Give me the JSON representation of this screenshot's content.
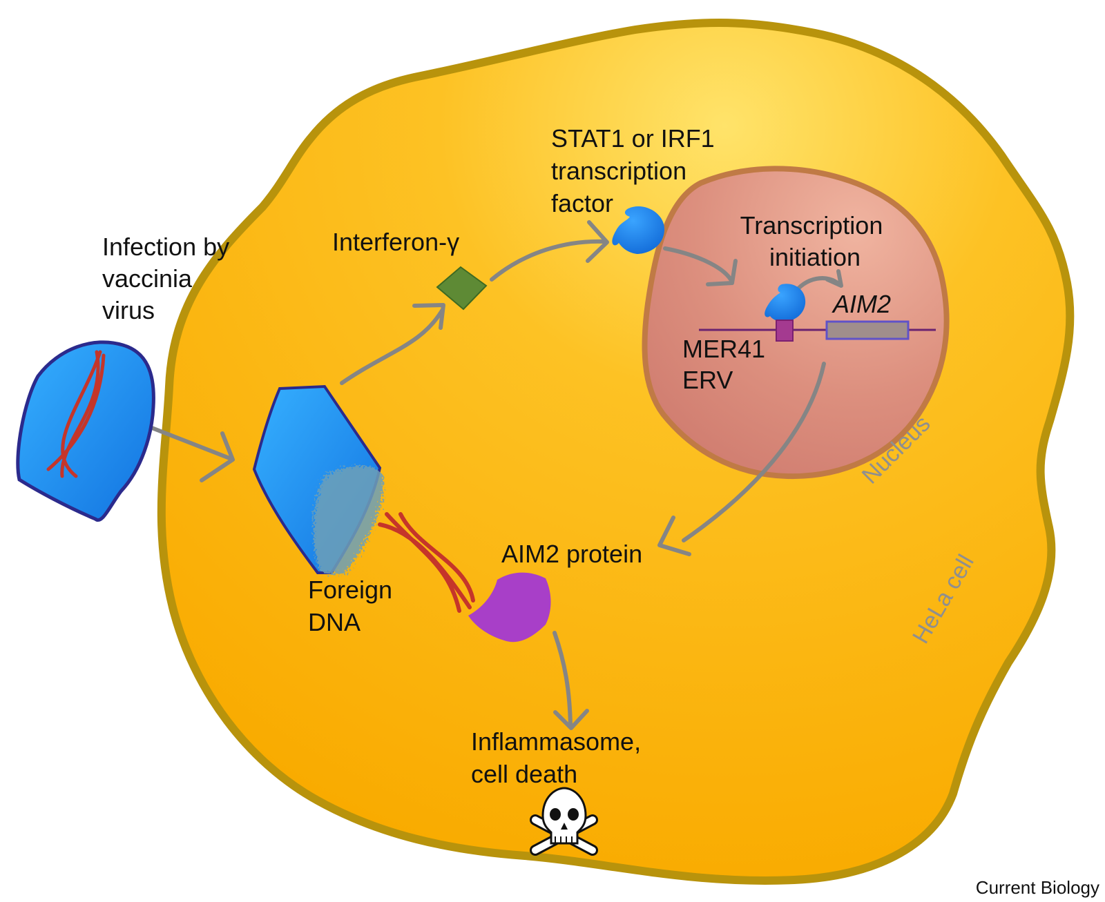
{
  "labels": {
    "infection_line1": "Infection by",
    "infection_line2": "vaccinia",
    "infection_line3": "virus",
    "interferon": "Interferon-γ",
    "tf_line1": "STAT1 or IRF1",
    "tf_line2": "transcription",
    "tf_line3": "factor",
    "transcription_line1": "Transcription",
    "transcription_line2": "initiation",
    "gene": "AIM2",
    "erv_line1": "MER41",
    "erv_line2": "ERV",
    "nucleus": "Nucleus",
    "cell": "HeLa cell",
    "foreign_line1": "Foreign",
    "foreign_line2": "DNA",
    "protein": "AIM2 protein",
    "outcome_line1": "Inflammasome,",
    "outcome_line2": "cell death",
    "credit": "Current Biology"
  },
  "icons": [
    "virus-icon",
    "dna-helix-icon",
    "interferon-icon",
    "transcription-factor-icon",
    "aim2-protein-icon",
    "skull-icon"
  ],
  "colors": {
    "cell_fill": "#fbb000",
    "cell_border": "#b8930c",
    "nucleus_fill": "#d98a78",
    "nucleus_border": "#c07a45",
    "virus_blue": "#1e90ee",
    "virus_border": "#2b2a8c",
    "dna_red": "#c5352a",
    "interferon_green": "#5e8a35",
    "protein_purple": "#a83fc8",
    "arrow_gray": "#858585"
  }
}
